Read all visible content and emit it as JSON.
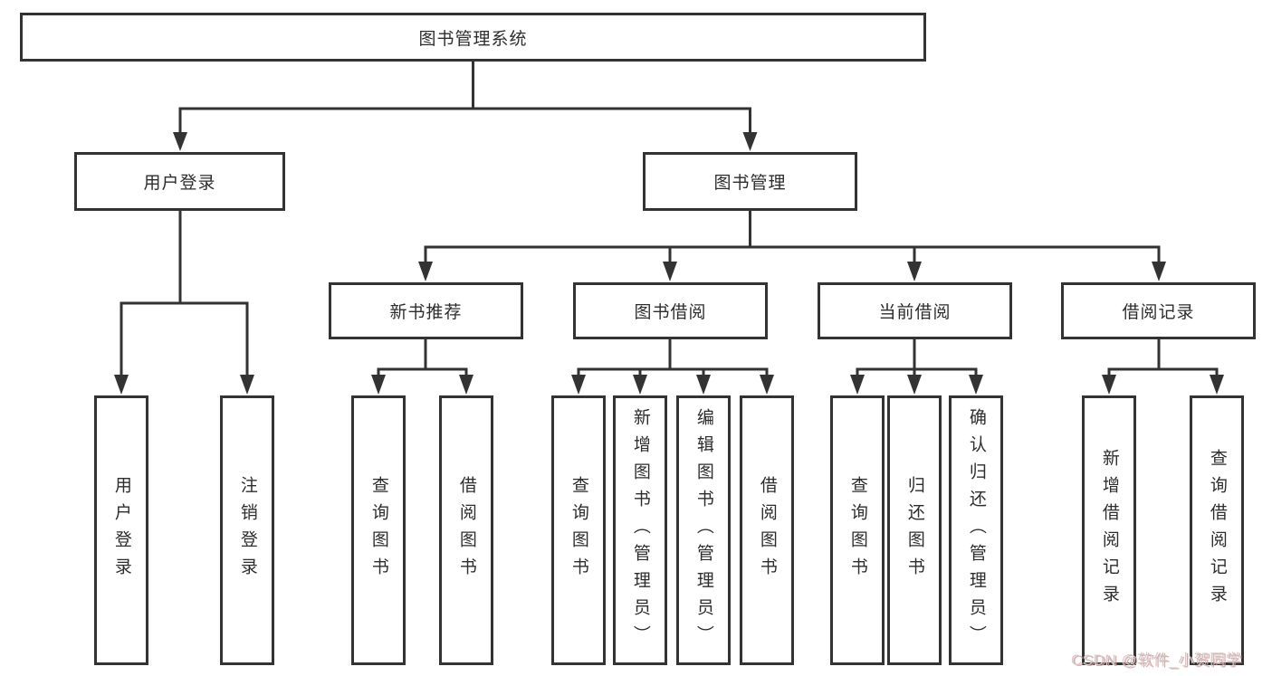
{
  "diagram": {
    "root": {
      "label": "图书管理系统"
    },
    "branches": [
      {
        "label": "用户登录",
        "children": [
          {
            "label": "用户登录"
          },
          {
            "label": "注销登录"
          }
        ]
      },
      {
        "label": "图书管理",
        "children": [
          {
            "label": "新书推荐",
            "children": [
              {
                "label": "查询图书"
              },
              {
                "label": "借阅图书"
              }
            ]
          },
          {
            "label": "图书借阅",
            "children": [
              {
                "label": "查询图书"
              },
              {
                "label": "新增图书（管理员）"
              },
              {
                "label": "编辑图书（管理员）"
              },
              {
                "label": "借阅图书"
              }
            ]
          },
          {
            "label": "当前借阅",
            "children": [
              {
                "label": "查询图书"
              },
              {
                "label": "归还图书"
              },
              {
                "label": "确认归还（管理员）"
              }
            ]
          },
          {
            "label": "借阅记录",
            "children": [
              {
                "label": "新增借阅记录"
              },
              {
                "label": "查询借阅记录"
              }
            ]
          }
        ]
      }
    ]
  },
  "watermark": {
    "text": "CSDN @软件_小贺同学"
  },
  "colors": {
    "line": "#333333",
    "text": "#2d2d2d",
    "background": "#ffffff",
    "watermark": "#cccccc",
    "watermark_shadow": "#dd9999"
  }
}
